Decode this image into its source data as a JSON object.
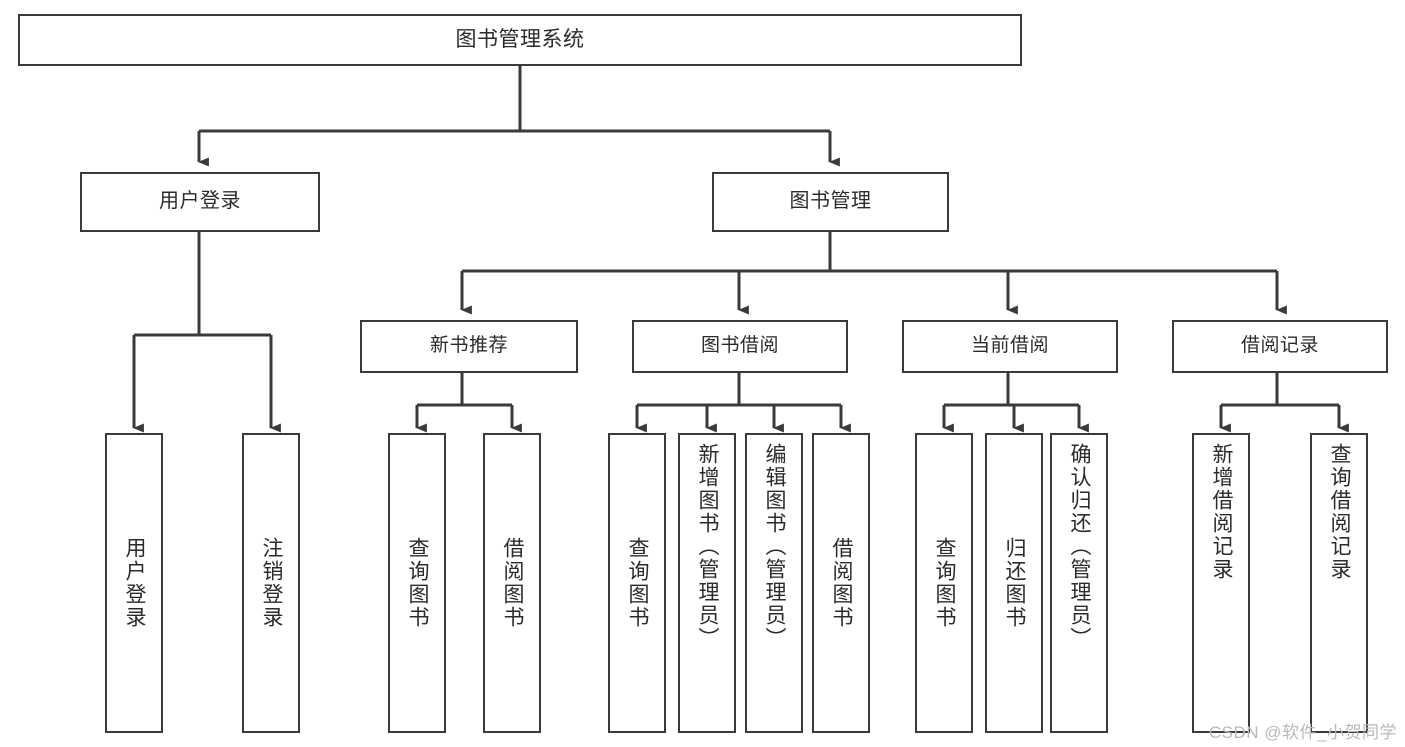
{
  "diagram": {
    "title": "图书管理系统",
    "type": "hierarchy-tree",
    "watermark": "CSDN @软件_小贺同学",
    "colors": {
      "box_border": "#3a3a3a",
      "box_fill": "#ffffff",
      "connector": "#3a3a3a",
      "text": "#2b2b2b",
      "watermark": "#b9b9b9",
      "background": "#ffffff"
    },
    "root": {
      "label": "图书管理系统"
    },
    "level1": [
      {
        "id": "user-login",
        "label": "用户登录"
      },
      {
        "id": "book-management",
        "label": "图书管理"
      }
    ],
    "level2": [
      {
        "id": "new-book-recommend",
        "label": "新书推荐",
        "parent": "book-management"
      },
      {
        "id": "book-borrow",
        "label": "图书借阅",
        "parent": "book-management"
      },
      {
        "id": "current-borrow",
        "label": "当前借阅",
        "parent": "book-management"
      },
      {
        "id": "borrow-record",
        "label": "借阅记录",
        "parent": "book-management"
      }
    ],
    "leaves": [
      {
        "id": "leaf-user-login",
        "label": "用户登录",
        "parent": "user-login"
      },
      {
        "id": "leaf-logout",
        "label": "注销登录",
        "parent": "user-login"
      },
      {
        "id": "leaf-query-book-1",
        "label": "查询图书",
        "parent": "new-book-recommend"
      },
      {
        "id": "leaf-borrow-book-1",
        "label": "借阅图书",
        "parent": "new-book-recommend"
      },
      {
        "id": "leaf-query-book-2",
        "label": "查询图书",
        "parent": "book-borrow"
      },
      {
        "id": "leaf-add-book",
        "label": "新增图书（管理员）",
        "parent": "book-borrow"
      },
      {
        "id": "leaf-edit-book",
        "label": "编辑图书（管理员）",
        "parent": "book-borrow"
      },
      {
        "id": "leaf-borrow-book-2",
        "label": "借阅图书",
        "parent": "book-borrow"
      },
      {
        "id": "leaf-query-book-3",
        "label": "查询图书",
        "parent": "current-borrow"
      },
      {
        "id": "leaf-return-book",
        "label": "归还图书",
        "parent": "current-borrow"
      },
      {
        "id": "leaf-confirm-return",
        "label": "确认归还（管理员）",
        "parent": "current-borrow"
      },
      {
        "id": "leaf-add-record",
        "label": "新增借阅记录",
        "parent": "borrow-record"
      },
      {
        "id": "leaf-query-record",
        "label": "查询借阅记录",
        "parent": "borrow-record"
      }
    ]
  }
}
